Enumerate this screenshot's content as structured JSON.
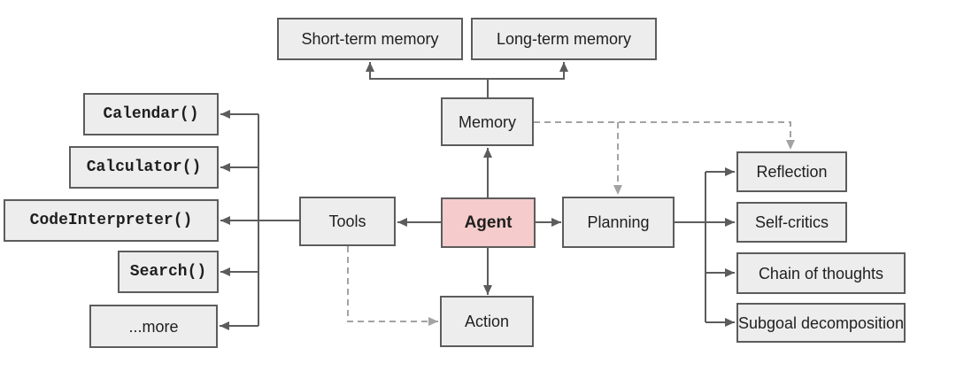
{
  "diagram": {
    "nodes": {
      "short_term_memory": {
        "label": "Short-term memory"
      },
      "long_term_memory": {
        "label": "Long-term memory"
      },
      "memory": {
        "label": "Memory"
      },
      "agent": {
        "label": "Agent"
      },
      "tools": {
        "label": "Tools"
      },
      "planning": {
        "label": "Planning"
      },
      "action": {
        "label": "Action"
      },
      "calendar": {
        "label": "Calendar()"
      },
      "calculator": {
        "label": "Calculator()"
      },
      "code_interpreter": {
        "label": "CodeInterpreter()"
      },
      "search": {
        "label": "Search()"
      },
      "more": {
        "label": "...more"
      },
      "reflection": {
        "label": "Reflection"
      },
      "self_critics": {
        "label": "Self-critics"
      },
      "chain_of_thoughts": {
        "label": "Chain of thoughts"
      },
      "subgoal_decomposition": {
        "label": "Subgoal decomposition"
      }
    },
    "edges": [
      {
        "from": "agent",
        "to": "memory",
        "style": "solid"
      },
      {
        "from": "memory",
        "to": "short_term_memory",
        "style": "solid"
      },
      {
        "from": "memory",
        "to": "long_term_memory",
        "style": "solid"
      },
      {
        "from": "agent",
        "to": "tools",
        "style": "solid"
      },
      {
        "from": "agent",
        "to": "planning",
        "style": "solid"
      },
      {
        "from": "agent",
        "to": "action",
        "style": "solid"
      },
      {
        "from": "tools",
        "to": "calendar",
        "style": "solid"
      },
      {
        "from": "tools",
        "to": "calculator",
        "style": "solid"
      },
      {
        "from": "tools",
        "to": "code_interpreter",
        "style": "solid"
      },
      {
        "from": "tools",
        "to": "search",
        "style": "solid"
      },
      {
        "from": "tools",
        "to": "more",
        "style": "solid"
      },
      {
        "from": "planning",
        "to": "reflection",
        "style": "solid"
      },
      {
        "from": "planning",
        "to": "self_critics",
        "style": "solid"
      },
      {
        "from": "planning",
        "to": "chain_of_thoughts",
        "style": "solid"
      },
      {
        "from": "planning",
        "to": "subgoal_decomposition",
        "style": "solid"
      },
      {
        "from": "memory",
        "to": "planning",
        "style": "dashed"
      },
      {
        "from": "memory",
        "to": "reflection",
        "style": "dashed"
      },
      {
        "from": "tools",
        "to": "action",
        "style": "dashed"
      }
    ],
    "colors": {
      "background": "#ffffff",
      "node_fill": "#ededed",
      "node_border": "#5c5c5c",
      "agent_fill": "#f5cbcb",
      "solid_edge": "#5c5c5c",
      "dashed_edge": "#a3a3a3",
      "text": "#1f1f1f"
    }
  }
}
